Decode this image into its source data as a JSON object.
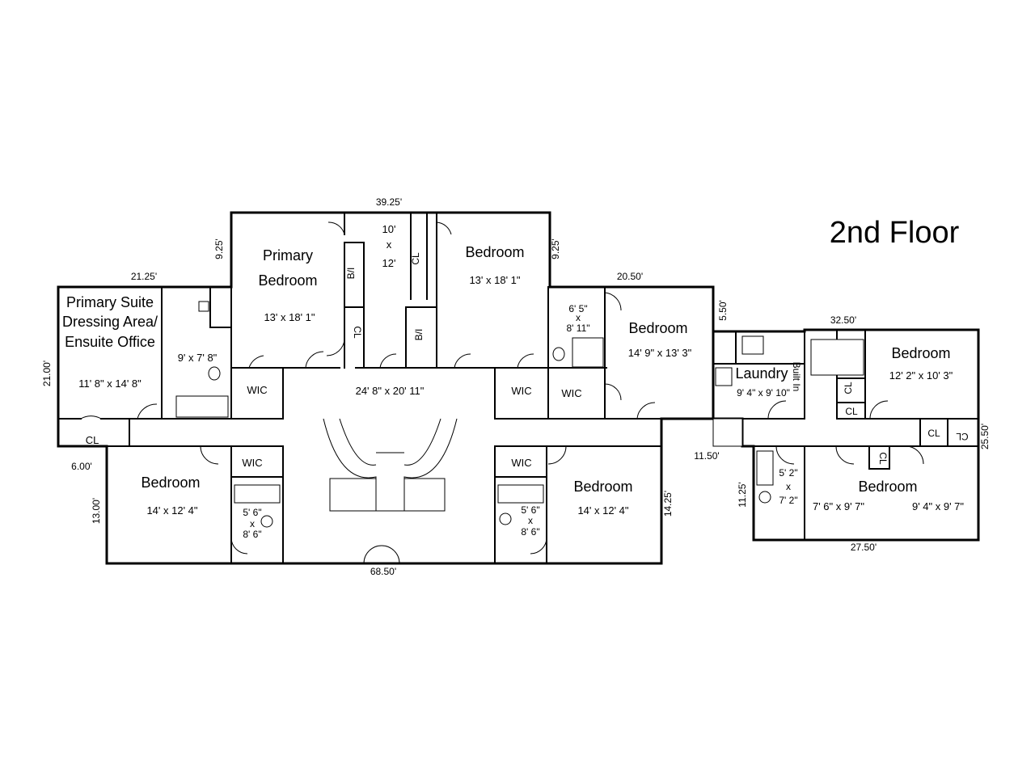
{
  "title": "2nd Floor",
  "rooms": {
    "primary_suite": {
      "line1": "Primary Suite",
      "line2": "Dressing Area/",
      "line3": "Ensuite Office",
      "dims": "11' 8\" x 14' 8\""
    },
    "primary_bedroom": {
      "line1": "Primary",
      "line2": "Bedroom",
      "dims": "13' x 18' 1\""
    },
    "primary_bath": {
      "dims": "9' x 7' 8\""
    },
    "central_closet": {
      "line1": "10'",
      "line2": "x",
      "line3": "12'"
    },
    "bedroom_top": {
      "name": "Bedroom",
      "dims": "13' x 18' 1\""
    },
    "bath_top_right": {
      "line1": "6' 5\"",
      "line2": "x",
      "line3": "8' 11\""
    },
    "bedroom_mid_right": {
      "name": "Bedroom",
      "dims": "14' 9\" x 13' 3\""
    },
    "hall": {
      "dims": "24' 8\" x 20' 11\""
    },
    "laundry": {
      "name": "Laundry",
      "dims": "9' 4\" x 9' 10\"",
      "builtin": "Built In"
    },
    "bedroom_far_right_top": {
      "name": "Bedroom",
      "dims": "12' 2\" x 10' 3\""
    },
    "bedroom_bottom_left": {
      "name": "Bedroom",
      "dims": "14' x 12' 4\""
    },
    "bath_bottom_left": {
      "line1": "5' 6\"",
      "line2": "x",
      "line3": "8' 6\""
    },
    "bedroom_bottom_center": {
      "name": "Bedroom",
      "dims": "14' x 12' 4\""
    },
    "bath_bottom_center": {
      "line1": "5' 6\"",
      "line2": "x",
      "line3": "8' 6\""
    },
    "bath_bottom_right": {
      "line1": "5' 2\"",
      "line2": "x",
      "line3": "7' 2\""
    },
    "bedroom_bottom_right": {
      "name": "Bedroom",
      "dims_left": "7' 6\" x 9' 7\"",
      "dims_right": "9' 4\" x 9' 7\""
    }
  },
  "labels": {
    "wic": "WIC",
    "cl": "CL",
    "bi": "B/I"
  },
  "exterior_dims": {
    "top_center": "39.25'",
    "top_left": "21.25'",
    "left_wing": "9.25'",
    "right_wing": "9.25'",
    "top_mid_right": "20.50'",
    "step_right": "5.50'",
    "top_far_right": "32.50'",
    "left_side": "21.00'",
    "left_bottom": "6.00'",
    "left_lower": "13.00'",
    "bottom_center": "68.50'",
    "right_lower": "14.25'",
    "connector": "11.50'",
    "right_wing_lower": "11.25'",
    "far_right_side": "25.50'",
    "bottom_right": "27.50'"
  }
}
